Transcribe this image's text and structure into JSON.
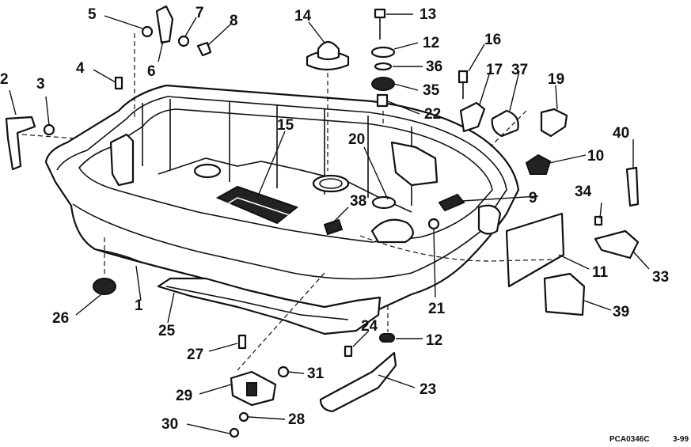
{
  "callouts": [
    {
      "id": "1",
      "text": "1"
    },
    {
      "id": "2",
      "text": "2"
    },
    {
      "id": "3",
      "text": "3"
    },
    {
      "id": "4",
      "text": "4"
    },
    {
      "id": "5",
      "text": "5"
    },
    {
      "id": "6",
      "text": "6"
    },
    {
      "id": "7",
      "text": "7"
    },
    {
      "id": "8",
      "text": "8"
    },
    {
      "id": "9",
      "text": "9"
    },
    {
      "id": "10",
      "text": "10"
    },
    {
      "id": "11",
      "text": "11"
    },
    {
      "id": "12a",
      "text": "12"
    },
    {
      "id": "12b",
      "text": "12"
    },
    {
      "id": "13",
      "text": "13"
    },
    {
      "id": "14",
      "text": "14"
    },
    {
      "id": "15",
      "text": "15"
    },
    {
      "id": "16",
      "text": "16"
    },
    {
      "id": "17",
      "text": "17"
    },
    {
      "id": "19",
      "text": "19"
    },
    {
      "id": "20",
      "text": "20"
    },
    {
      "id": "21",
      "text": "21"
    },
    {
      "id": "22",
      "text": "22"
    },
    {
      "id": "23",
      "text": "23"
    },
    {
      "id": "24",
      "text": "24"
    },
    {
      "id": "25",
      "text": "25"
    },
    {
      "id": "26",
      "text": "26"
    },
    {
      "id": "27",
      "text": "27"
    },
    {
      "id": "28",
      "text": "28"
    },
    {
      "id": "29",
      "text": "29"
    },
    {
      "id": "30",
      "text": "30"
    },
    {
      "id": "31",
      "text": "31"
    },
    {
      "id": "33",
      "text": "33"
    },
    {
      "id": "34",
      "text": "34"
    },
    {
      "id": "35",
      "text": "35"
    },
    {
      "id": "36",
      "text": "36"
    },
    {
      "id": "37",
      "text": "37"
    },
    {
      "id": "38",
      "text": "38"
    },
    {
      "id": "39",
      "text": "39"
    },
    {
      "id": "40",
      "text": "40"
    }
  ],
  "reference": {
    "code": "PCA0346C",
    "date": "3-99"
  }
}
